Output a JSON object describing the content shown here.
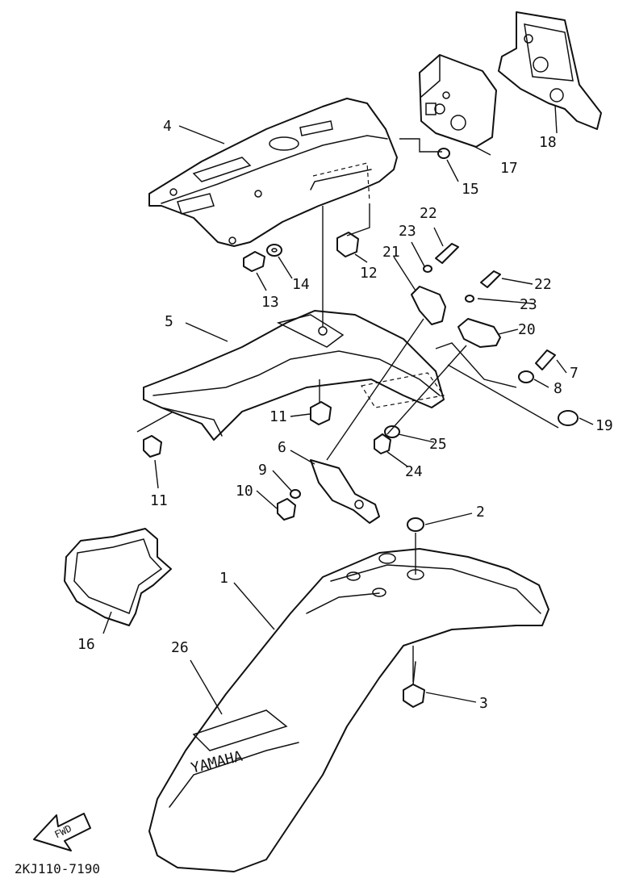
{
  "diagram": {
    "drawing_code": "2KJ110-7190",
    "direction_label": "FWD",
    "fender_logo": "YAMAHA",
    "callouts": [
      "1",
      "2",
      "3",
      "4",
      "5",
      "6",
      "7",
      "8",
      "9",
      "10",
      "11",
      "11",
      "12",
      "13",
      "14",
      "15",
      "16",
      "17",
      "18",
      "19",
      "20",
      "21",
      "22",
      "22",
      "23",
      "23",
      "24",
      "25",
      "26"
    ]
  }
}
